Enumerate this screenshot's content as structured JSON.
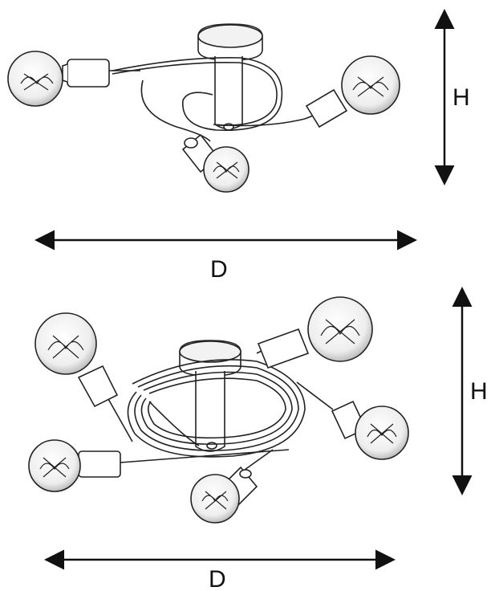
{
  "diagrams": [
    {
      "id": "three-light",
      "height_label": "H",
      "diameter_label": "D",
      "lamp_count": 3
    },
    {
      "id": "five-light",
      "height_label": "H",
      "diameter_label": "D",
      "lamp_count": 5
    }
  ],
  "colors": {
    "line": "#222222",
    "fill": "#ffffff",
    "shade": "#d9d9d9"
  }
}
